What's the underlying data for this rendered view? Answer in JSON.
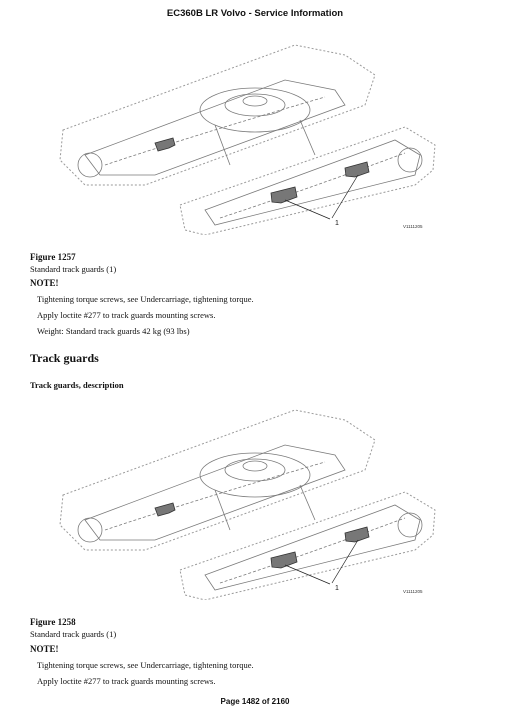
{
  "header": {
    "title": "EC360B LR Volvo - Service Information"
  },
  "figure1": {
    "label": "Figure 1257",
    "caption": "Standard track guards (1)",
    "callout": "1",
    "code": "V1111205"
  },
  "note1": {
    "heading": "NOTE!",
    "lines": [
      "Tightening torque screws, see Undercarriage, tightening torque.",
      "Apply loctite #277 to track guards mounting screws.",
      "Weight: Standard track guards 42 kg (93 lbs)"
    ]
  },
  "section": {
    "title": "Track guards",
    "subtitle": "Track guards, description"
  },
  "figure2": {
    "label": "Figure 1258",
    "caption": "Standard track guards (1)",
    "callout": "1",
    "code": "V1111205"
  },
  "note2": {
    "heading": "NOTE!",
    "lines": [
      "Tightening torque screws, see Undercarriage, tightening torque.",
      "Apply loctite #277 to track guards mounting screws."
    ]
  },
  "footer": {
    "page": "Page 1482 of 2160"
  }
}
